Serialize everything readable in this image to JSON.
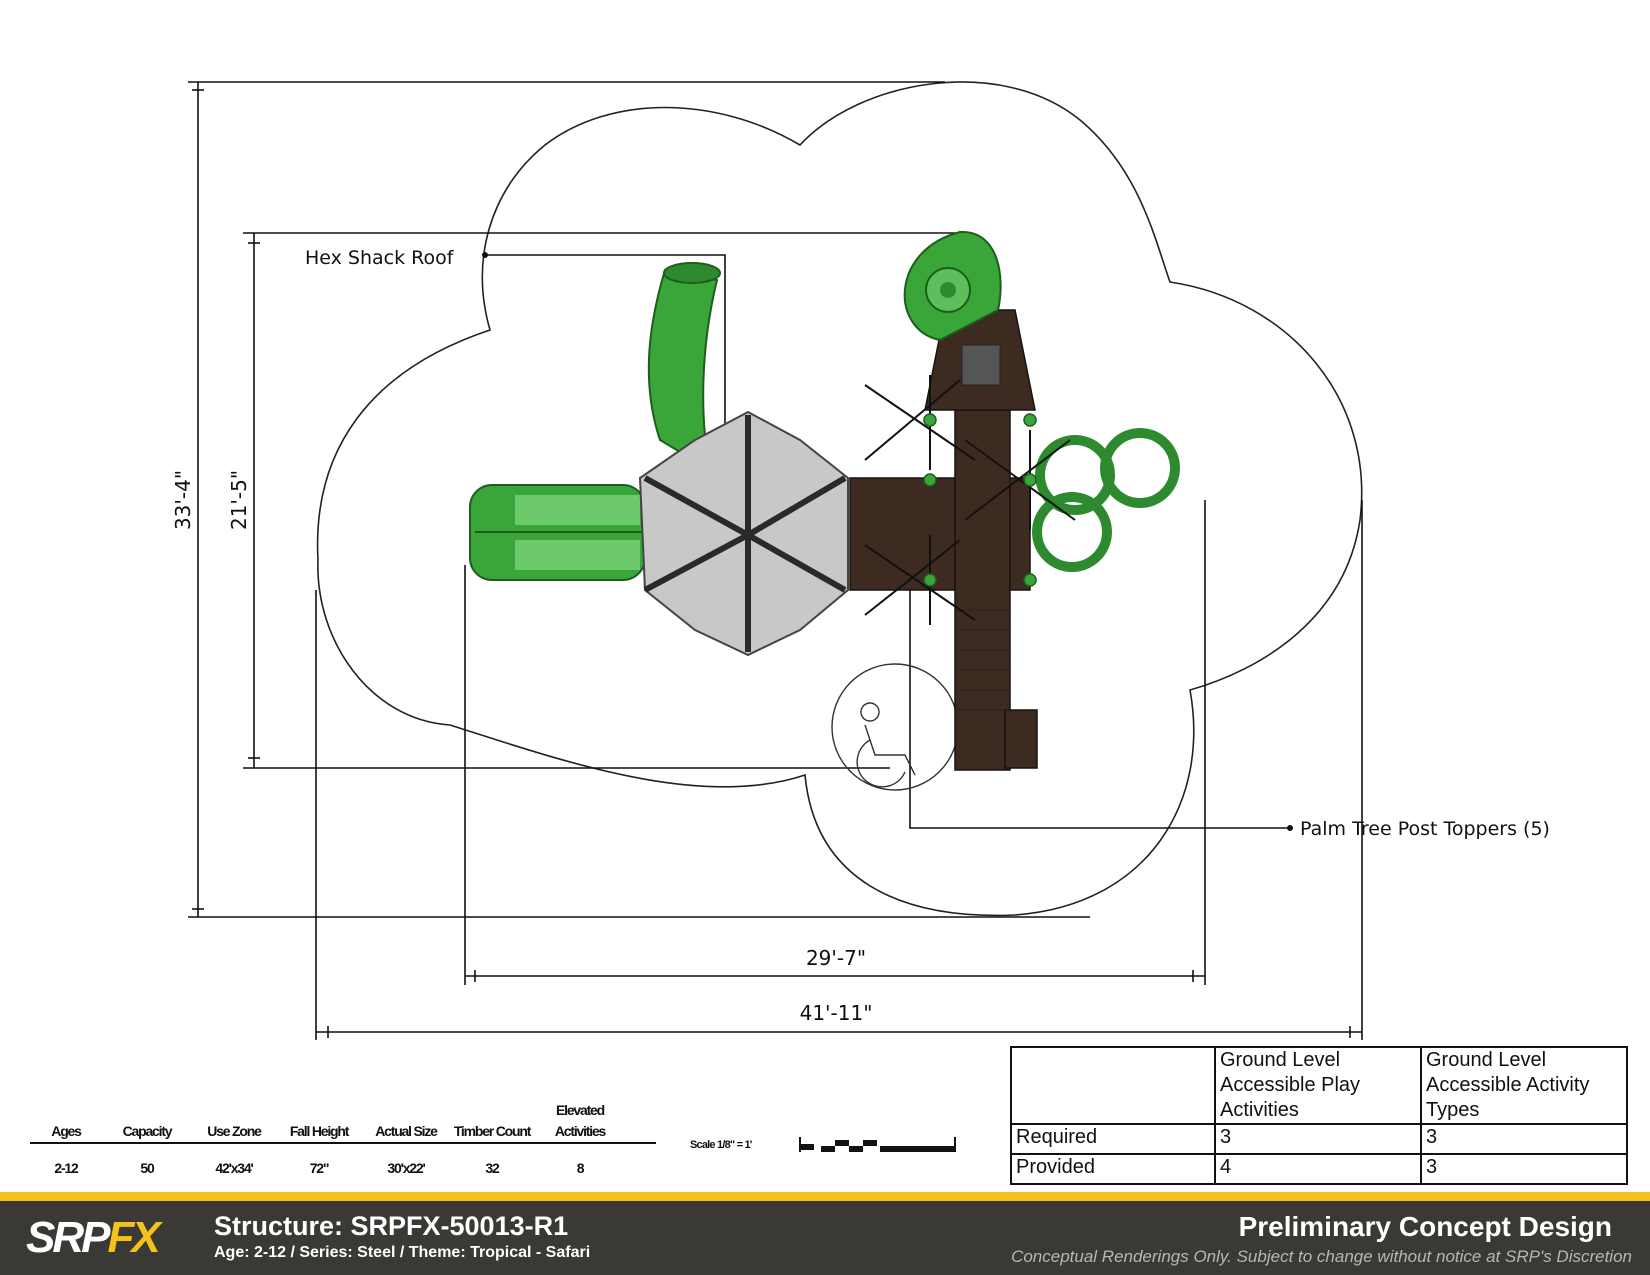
{
  "drawing": {
    "dimensions": {
      "total_height": "33'-4\"",
      "actual_depth": "21'-5\"",
      "actual_width": "29'-7\"",
      "total_width": "41'-11\""
    },
    "callouts": {
      "hex_roof": "Hex Shack Roof",
      "post_toppers": "Palm Tree Post Toppers (5)"
    },
    "colors": {
      "slide_green": "#3aa63a",
      "deck_brown": "#3d2b22",
      "roof_gray": "#c8c8c8",
      "outline": "#222222"
    }
  },
  "specs": {
    "headers": [
      "Ages",
      "Capacity",
      "Use Zone",
      "Fall Height",
      "Actual Size",
      "Timber Count",
      "Elevated Activities"
    ],
    "values": [
      "2-12",
      "50",
      "42'x34'",
      "72\"",
      "30'x22'",
      "32",
      "8"
    ],
    "scale_label": "Scale 1/8\" = 1'"
  },
  "access_table": {
    "header_blank": "",
    "col1_header": "Ground Level Accessible Play Activities",
    "col2_header": "Ground Level Accessible Activity Types",
    "rows": [
      {
        "label": "Required",
        "play": "3",
        "types": "3"
      },
      {
        "label": "Provided",
        "play": "4",
        "types": "3"
      }
    ]
  },
  "footer": {
    "logo_part1": "SRP",
    "logo_part2": "FX",
    "structure": "Structure: SRPFX-50013-R1",
    "subtitle": "Age: 2-12 / Series: Steel / Theme: Tropical - Safari",
    "design_title": "Preliminary Concept Design",
    "disclaimer": "Conceptual Renderings Only. Subject to change without notice at SRP's Discretion",
    "accent_color": "#f5c21b",
    "bar_color": "#3a3935"
  }
}
